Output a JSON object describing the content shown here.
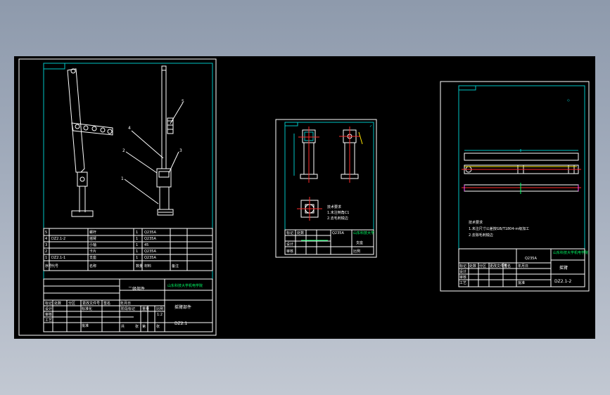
{
  "sheet1": {
    "balloons": [
      "1",
      "2",
      "3",
      "4",
      "5"
    ],
    "bom": [
      {
        "no": "5",
        "code": "",
        "name": "螺杆",
        "qty": "1",
        "material": "Q235A",
        "note": ""
      },
      {
        "no": "4",
        "code": "DZ2.1-2",
        "name": "摇臂",
        "qty": "1",
        "material": "Q235A",
        "note": ""
      },
      {
        "no": "3",
        "code": "",
        "name": "小轴",
        "qty": "1",
        "material": "45",
        "note": ""
      },
      {
        "no": "2",
        "code": "",
        "name": "卡片",
        "qty": "1",
        "material": "Q235A",
        "note": ""
      },
      {
        "no": "1",
        "code": "DZ2.1-1",
        "name": "支座",
        "qty": "1",
        "material": "Q235A",
        "note": ""
      }
    ],
    "bom_header": [
      "序号",
      "代号",
      "名称",
      "数量",
      "材料",
      "备注"
    ],
    "assembly_title": "二级部件",
    "company": "山东科技大学机电学院",
    "drawing_name": "摇臂部件",
    "drawing_code": "DZ2.1",
    "scale": "1:2",
    "tb_labels": [
      "标记",
      "处数",
      "分区",
      "更改文件号",
      "签名",
      "年月日",
      "设计",
      "审核",
      "工艺",
      "标准化",
      "批准",
      "阶段标记",
      "重量",
      "比例",
      "共",
      "张",
      "第",
      "张"
    ]
  },
  "sheet2": {
    "notes": [
      "技术要求",
      "1.未注倒角C1",
      "2.去毛刺锐边"
    ],
    "company": "山东科技大学",
    "drawing_name": "支座",
    "material": "Q235A",
    "tb_labels": [
      "标记",
      "处数",
      "设计",
      "审核",
      "比例"
    ]
  },
  "sheet3": {
    "notes": [
      "技术要求",
      "1.未注尺寸公差按GB/T1804-m级加工",
      "2.去除毛刺锐边"
    ],
    "company": "山东科技大学机电学院",
    "drawing_name": "摇臂",
    "drawing_code": "DZ2.1-2",
    "material": "Q235A",
    "tb_labels": [
      "标记",
      "处数",
      "分区",
      "更改文件号",
      "签名",
      "年月日",
      "设计",
      "审核",
      "工艺",
      "批准"
    ]
  }
}
